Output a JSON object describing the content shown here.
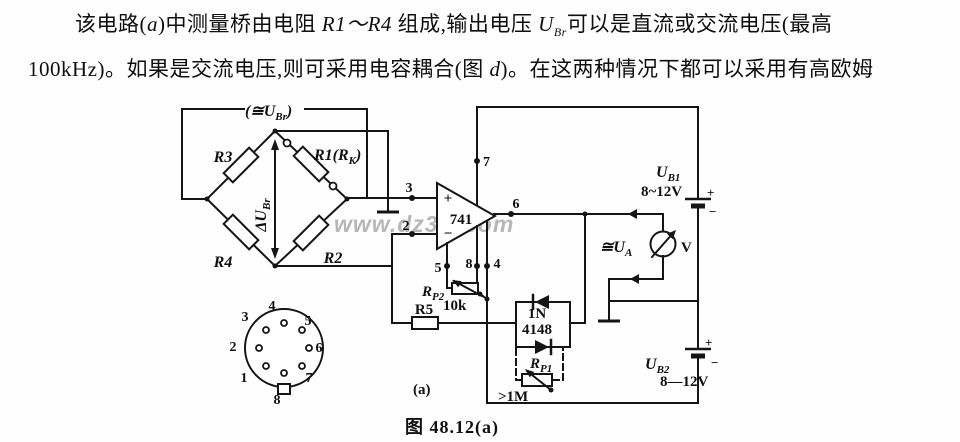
{
  "paragraph": {
    "l1a": "该电路(",
    "l1b": "a",
    "l1c": ")中测量桥由电阻 ",
    "l1d": "R1～R4",
    "l1e": " 组成,输出电压 ",
    "l1f": "U",
    "l1g": "Br",
    "l1h": "可以是直流或交流电压(最高",
    "l2a": "100kHz)。如果是交流电压,则可采用电容耦合(图 ",
    "l2b": "d",
    "l2c": ")。在这两种情况下都可以采用有高欧姆"
  },
  "watermark": "www.dz3w.com",
  "bridge": {
    "src_a": "(≅U",
    "src_sub": "Br",
    "src_b": ")",
    "delta_a": "ΔU",
    "delta_sub": "Br",
    "r3": "R3",
    "r4": "R4",
    "r2": "R2",
    "r5": "R5",
    "r1_a": "R1(R",
    "r1_sub": "K",
    "r1_b": ")"
  },
  "opamp": {
    "part": "741",
    "plus": "+",
    "minus": "−",
    "pin2": "2",
    "pin3": "3",
    "pin4": "4",
    "pin5": "5",
    "pin6": "6",
    "pin7": "7",
    "pin8": "8"
  },
  "feedback": {
    "rp2": "R",
    "rp2_sub": "P2",
    "rp2_val": "10k",
    "d1": "1N",
    "d2": "4148",
    "rp1": "R",
    "rp1_sub": "P1",
    "rp1_val": ">1M"
  },
  "right": {
    "ua": "≅U",
    "ua_sub": "A",
    "meter": "V",
    "b1": "U",
    "b1_sub": "B1",
    "b1_val": "8~12V",
    "b1_plus": "+",
    "b1_minus": "−",
    "b2": "U",
    "b2_sub": "B2",
    "b2_val": "8—12V",
    "b2_plus": "+",
    "b2_minus": "−"
  },
  "socket": {
    "n1": "1",
    "n2": "2",
    "n3": "3",
    "n4": "4",
    "n5": "5",
    "n6": "6",
    "n7": "7",
    "n8": "8"
  },
  "captions": {
    "sub": "(a)",
    "fig": "图 48.12(a)"
  }
}
